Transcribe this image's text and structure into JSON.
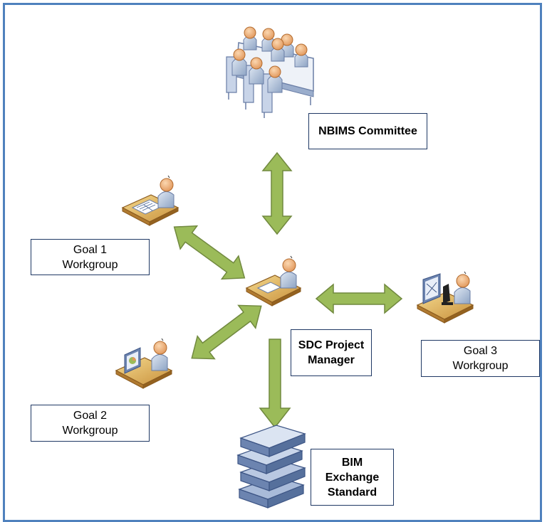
{
  "nodes": {
    "nbims": {
      "lines": [
        "NBIMS Committee"
      ]
    },
    "goal1": {
      "lines": [
        "Goal 1",
        "Workgroup"
      ]
    },
    "goal2": {
      "lines": [
        "Goal 2",
        "Workgroup"
      ]
    },
    "goal3": {
      "lines": [
        "Goal 3",
        "Workgroup"
      ]
    },
    "sdc": {
      "lines": [
        "SDC Project",
        "Manager"
      ]
    },
    "bim": {
      "lines": [
        "BIM",
        "Exchange",
        "Standard"
      ]
    }
  },
  "icons": {
    "committee": "meeting-table-icon",
    "goal1": "person-at-desk-icon",
    "goal2": "person-at-computer-icon",
    "goal3": "person-at-lab-desk-icon",
    "sdc": "person-at-desk-icon",
    "bim": "document-stack-icon"
  },
  "colors": {
    "frame": "#4f81bd",
    "arrow_fill": "#9bbb59",
    "arrow_stroke": "#71893f",
    "label_border": "#1f3864"
  }
}
